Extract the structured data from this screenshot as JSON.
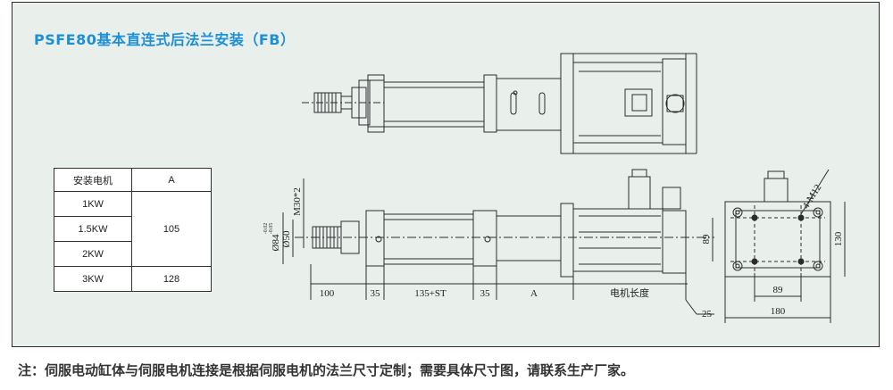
{
  "title": "PSFE80基本直连式后法兰安装（FB）",
  "table": {
    "header_motor": "安装电机",
    "header_a": "A",
    "rows": [
      {
        "motor": "1KW"
      },
      {
        "motor": "1.5KW"
      },
      {
        "motor": "2KW"
      },
      {
        "motor": "3KW"
      }
    ],
    "merged_a_value": "105",
    "last_a_value": "128"
  },
  "dimensions": {
    "thread": "M30*2",
    "dia_outer": "Ø84",
    "dia_outer_tol_top": "-0.02",
    "dia_outer_tol_bottom": "-0.05",
    "dia_inner": "Ø50",
    "seg_100": "100",
    "seg_35a": "35",
    "seg_stroke": "135+ST",
    "seg_35b": "35",
    "seg_a": "A",
    "seg_motor": "电机长度",
    "dim_25": "25",
    "holes": "4-M12",
    "flange_89_v": "89",
    "flange_130": "130",
    "flange_89_h": "89",
    "flange_180": "180"
  },
  "note": "注：伺服电动缸体与伺服电机连接是根据伺服电机的法兰尺寸定制；需要具体尺寸图，请联系生产厂家。",
  "colors": {
    "title": "#1d8fd6",
    "panel_bg": "#e9f0ec",
    "line": "#2b2b2b"
  }
}
